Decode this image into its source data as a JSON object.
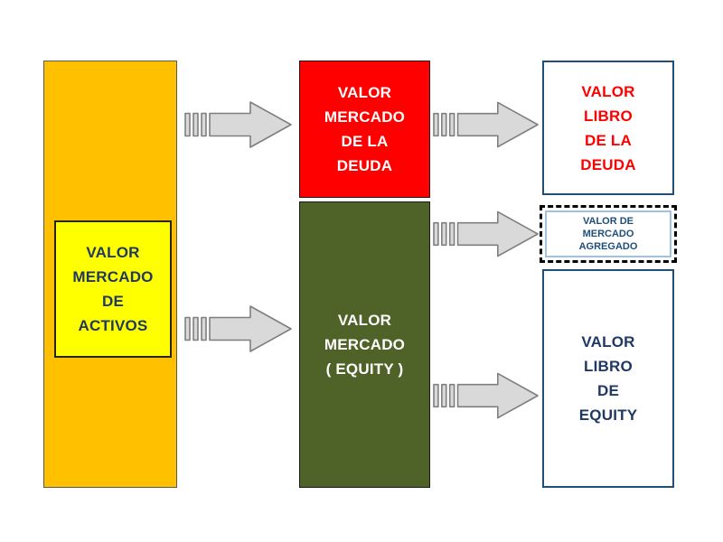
{
  "background": "#FFFFFF",
  "boxes": {
    "activos_panel": {
      "fill": "#FFC000"
    },
    "activos": {
      "label": "VALOR\nMERCADO\nDE\nACTIVOS",
      "fill": "#FFFF00",
      "text_color": "#1F3864"
    },
    "mercado_deuda": {
      "label": "VALOR\nMERCADO\nDE LA\nDEUDA",
      "fill": "#FF0000",
      "text_color": "#FFFFFF"
    },
    "mercado_equity": {
      "label": "VALOR\nMERCADO\n( EQUITY )",
      "fill": "#4F6228",
      "text_color": "#FFFFFF"
    },
    "libro_deuda": {
      "label": "VALOR\nLIBRO\nDE LA\nDEUDA",
      "fill": "#FFFFFF",
      "text_color": "#FF0000",
      "border_color": "#1F4E79"
    },
    "mercado_agregado": {
      "label": "VALOR DE\nMERCADO\nAGREGADO",
      "fill": "#FFFFFF",
      "text_color": "#1F4E79",
      "inner_border_color": "#9CC2E5",
      "outer_border_style": "dashed-black"
    },
    "libro_equity": {
      "label": "VALOR\nLIBRO\nDE\nEQUITY",
      "fill": "#FFFFFF",
      "text_color": "#1F3864",
      "border_color": "#1F4E79"
    }
  },
  "arrows": {
    "fill": "#D9D9D9",
    "stroke": "#7F7F7F",
    "connections": [
      {
        "from": "VALOR MERCADO DE ACTIVOS",
        "to": "VALOR MERCADO DE LA DEUDA"
      },
      {
        "from": "VALOR MERCADO DE ACTIVOS",
        "to": "VALOR MERCADO ( EQUITY )"
      },
      {
        "from": "VALOR MERCADO DE LA DEUDA",
        "to": "VALOR LIBRO DE LA DEUDA"
      },
      {
        "from": "VALOR MERCADO ( EQUITY )",
        "to": "VALOR DE MERCADO AGREGADO"
      },
      {
        "from": "VALOR MERCADO ( EQUITY )",
        "to": "VALOR LIBRO DE EQUITY"
      }
    ]
  }
}
